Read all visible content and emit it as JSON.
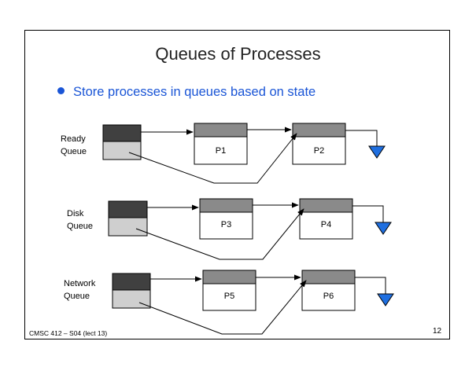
{
  "slide": {
    "title": "Queues of Processes",
    "bullet": "Store processes in queues based on state",
    "footer_left": "CMSC 412 – S04 (lect 13)",
    "page_number": "12"
  },
  "colors": {
    "bullet": "#1a55d6",
    "head_cell": "#404040",
    "tail_cell": "#cfcfcf",
    "pcb_header": "#8a8a8a",
    "ground": "#1f6fe0"
  },
  "queues": [
    {
      "label_line1": "Ready",
      "label_line2": "Queue",
      "first": "P1",
      "second": "P2"
    },
    {
      "label_line1": "Disk",
      "label_line2": "Queue",
      "first": "P3",
      "second": "P4"
    },
    {
      "label_line1": "Network",
      "label_line2": "Queue",
      "first": "P5",
      "second": "P6"
    }
  ]
}
